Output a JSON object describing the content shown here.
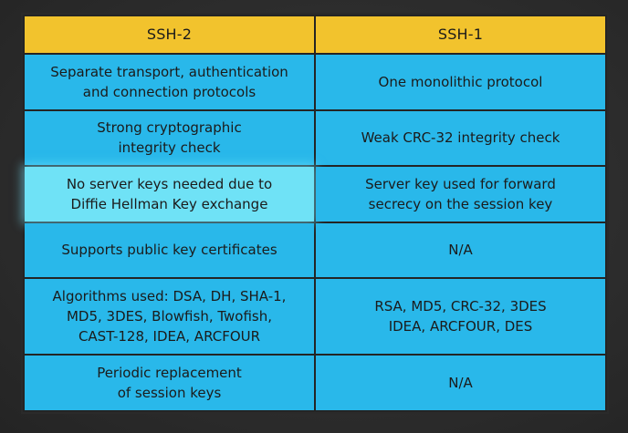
{
  "table": {
    "headers": [
      "SSH-2",
      "SSH-1"
    ],
    "rows": [
      {
        "ssh2": "Separate transport, authentication\nand connection protocols",
        "ssh1": "One monolithic protocol"
      },
      {
        "ssh2": "Strong cryptographic\nintegrity check",
        "ssh1": "Weak CRC-32 integrity check"
      },
      {
        "ssh2": "No server keys needed due to\nDiffie Hellman Key exchange",
        "ssh1": "Server key used for forward\nsecrecy on the session key"
      },
      {
        "ssh2": "Supports public key certificates",
        "ssh1": "N/A"
      },
      {
        "ssh2": "Algorithms used: DSA, DH, SHA-1,\nMD5, 3DES, Blowfish, Twofish,\nCAST-128, IDEA, ARCFOUR",
        "ssh1": "RSA, MD5, CRC-32, 3DES\nIDEA, ARCFOUR, DES"
      },
      {
        "ssh2": "Periodic replacement\nof session keys",
        "ssh1": "N/A"
      }
    ]
  },
  "colors": {
    "header_bg": "#f2c32d",
    "cell_bg": "#29b8ea",
    "highlight_bg": "#6fe2f6",
    "background": "#2d2d2d"
  }
}
